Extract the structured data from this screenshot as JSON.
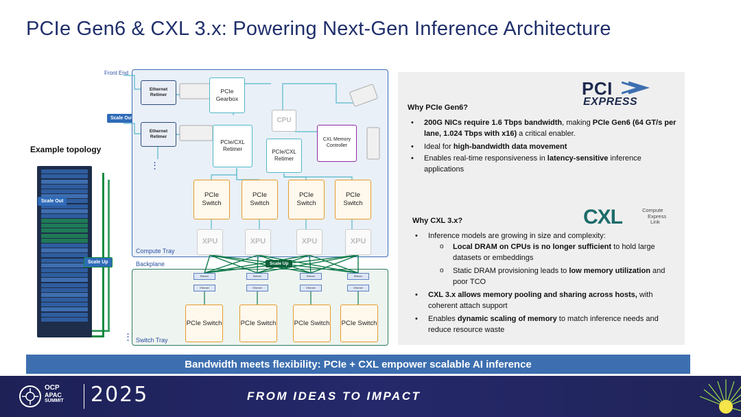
{
  "title": "PCIe Gen6 & CXL 3.x: Powering Next-Gen Inference Architecture",
  "topology_label": "Example topology",
  "diagram": {
    "front_end_label": "Front End",
    "scale_out_tag": "Scale Out",
    "rack_scale_out_tag": "Scale Out",
    "rack_scale_up_tag": "Scale Up",
    "backplane_scale_up_tag": "Scale Up",
    "compute_tray_label": "Compute Tray",
    "backplane_label": "Backplane",
    "switch_tray_label": "Switch Tray",
    "ethernet_retimer_1": "Ethernet Retimer",
    "ethernet_retimer_2": "Ethernet Retimer",
    "pcie_gearbox": "PCIe Gearbox",
    "pcie_cxl_retimer_1": "PCIe/CXL Retimer",
    "pcie_cxl_retimer_2": "PCIe/CXL Retimer",
    "cpu": "CPU",
    "cxl_memory_controller": "CXL Memory Controller",
    "compute_switches": [
      "PCIe Switch",
      "PCIe Switch",
      "PCIe Switch",
      "PCIe Switch"
    ],
    "xpus": [
      "XPU",
      "XPU",
      "XPU",
      "XPU"
    ],
    "switch_tray_switches": [
      "PCIe Switch",
      "PCIe Switch",
      "PCIe Switch",
      "PCIe Switch"
    ],
    "small_retimers": [
      "Retimer",
      "Retimer",
      "Retimer",
      "Retimer"
    ],
    "small_ethernet": [
      "Ethernet",
      "Ethernet",
      "Ethernet",
      "Ethernet"
    ]
  },
  "pcie_section": {
    "logo_top": "PCI",
    "logo_bottom": "EXPRESS",
    "heading": "Why PCIe Gen6?",
    "bullet1_a": "200G NICs require 1.6 Tbps bandwidth",
    "bullet1_b": ", making ",
    "bullet1_c": "PCIe Gen6 (64 GT/s per lane, 1.024 Tbps with x16)",
    "bullet1_d": " a critical enabler.",
    "bullet2_a": "Ideal for ",
    "bullet2_b": "high-bandwidth data movement",
    "bullet3_a": "Enables real-time responsiveness in ",
    "bullet3_b": "latency-sensitive",
    "bullet3_c": " inference applications"
  },
  "cxl_section": {
    "logo_word": "CXL",
    "logo_sub1": "Compute",
    "logo_sub2": "Express",
    "logo_sub3": "Link",
    "heading": "Why CXL 3.x?",
    "bullet1": "Inference models are growing in size and complexity:",
    "sub1_a": "Local DRAM on CPUs is no longer sufficient",
    "sub1_b": " to hold large datasets or embeddings",
    "sub2_a": "Static DRAM provisioning leads to ",
    "sub2_b": "low memory utilization",
    "sub2_c": " and poor TCO",
    "bullet2_a": "CXL 3.x allows memory pooling and sharing across hosts,",
    "bullet2_b": " with coherent attach support",
    "bullet3_a": "Enables ",
    "bullet3_b": "dynamic scaling of memory",
    "bullet3_c": " to match inference needs and reduce resource waste"
  },
  "banner": "Bandwidth meets flexibility: PCIe + CXL empower scalable AI inference",
  "footer": {
    "ocp_line1": "OCP",
    "ocp_line2": "APAC",
    "ocp_line3": "SUMMIT",
    "year": "2025",
    "slogan": "FROM IDEAS TO IMPACT"
  },
  "colors": {
    "title": "#1f2f6b",
    "banner": "#3d6fb0",
    "footer": "#1d2156",
    "switch_border": "#e59b2b",
    "retimer_border": "#4fb7c8",
    "cxl_controller_border": "#8e2aa0",
    "backplane_links": "#0f7a4a"
  }
}
